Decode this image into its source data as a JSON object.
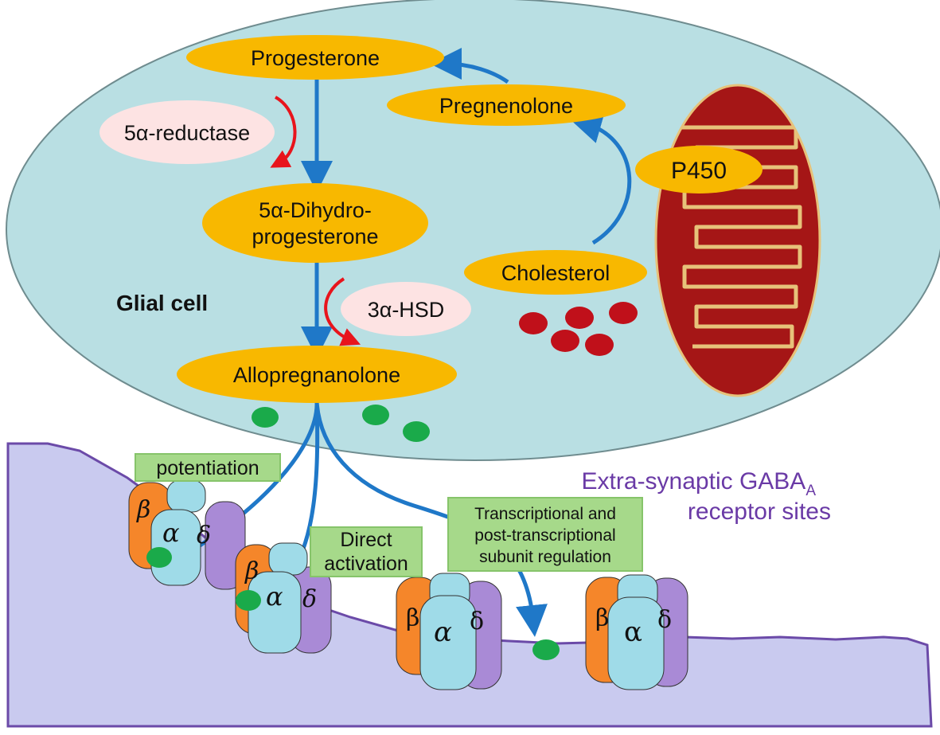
{
  "cell_label": "Glial cell",
  "molecules": {
    "progesterone": "Progesterone",
    "pregnenolone": "Pregnenolone",
    "dihydro_line1": "5α-Dihydro-",
    "dihydro_line2": "progesterone",
    "cholesterol": "Cholesterol",
    "allopregnanolone": "Allopregnanolone"
  },
  "enzymes": {
    "reductase": "5α-reductase",
    "hsd": "3α-HSD",
    "p450": "P450"
  },
  "effects": {
    "potentiation": "potentiation",
    "direct_line1": "Direct",
    "direct_line2": "activation",
    "transcription_line1": "Transcriptional and",
    "transcription_line2": "post-transcriptional",
    "transcription_line3": "subunit regulation"
  },
  "receptor_sites_label": {
    "line1_main": "Extra-synaptic GABA",
    "line1_sub": "A",
    "line2": "receptor sites"
  },
  "subunits": {
    "beta": "β",
    "alpha": "α",
    "delta": "δ"
  },
  "colors": {
    "cell_fill": "#b9dfe3",
    "membrane_fill": "#c9caef",
    "membrane_stroke": "#6b4aa8",
    "molecule_fill": "#f8b800",
    "enzyme_fill": "#fde3e3",
    "effect_fill": "#a6d98a",
    "pathway_arrow": "#1f78c8",
    "enzyme_arrow": "#e8141c",
    "beta_subunit": "#f5862a",
    "alpha_subunit": "#9fdbe8",
    "delta_subunit": "#a98ad6",
    "neurosteroid_dot": "#1aaa4a",
    "cholesterol_dot": "#c0101a",
    "mitochondrion": "#a51616",
    "receptor_label": "#6a3aa6"
  }
}
